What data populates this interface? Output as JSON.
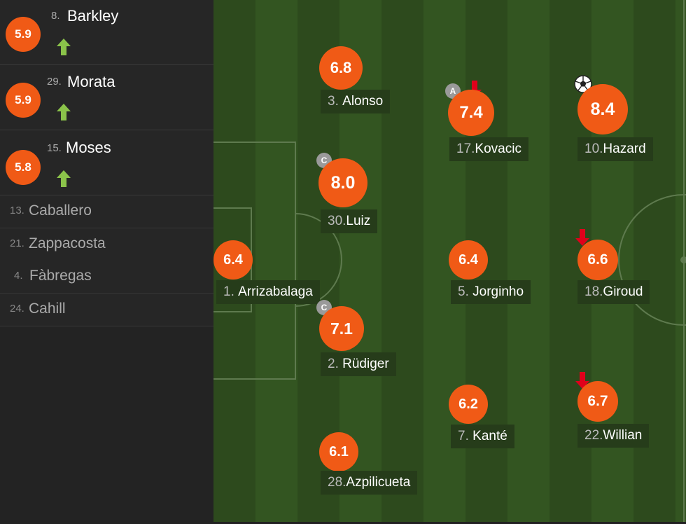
{
  "substitutes_in": [
    {
      "rating": "5.9",
      "number": "8.",
      "name": "Barkley"
    },
    {
      "rating": "5.9",
      "number": "29.",
      "name": "Morata"
    },
    {
      "rating": "5.8",
      "number": "15.",
      "name": "Moses"
    }
  ],
  "bench": [
    {
      "number": "13.",
      "name": "Caballero"
    },
    {
      "number": "21.",
      "name": "Zappacosta"
    },
    {
      "number": "4.",
      "name": "Fàbregas"
    },
    {
      "number": "24.",
      "name": "Cahill"
    }
  ],
  "players": [
    {
      "rating": "6.4",
      "number": "1.",
      "name": "Arrizabalaga"
    },
    {
      "rating": "6.8",
      "number": "3.",
      "name": "Alonso"
    },
    {
      "rating": "8.0",
      "number": "30.",
      "name": "Luiz",
      "badge": "C"
    },
    {
      "rating": "7.1",
      "number": "2.",
      "name": "Rüdiger",
      "badge": "C"
    },
    {
      "rating": "6.1",
      "number": "28.",
      "name": "Azpilicueta"
    },
    {
      "rating": "7.4",
      "number": "17.",
      "name": "Kovacic",
      "badge": "A"
    },
    {
      "rating": "6.4",
      "number": "5.",
      "name": "Jorginho"
    },
    {
      "rating": "6.2",
      "number": "7.",
      "name": "Kanté"
    },
    {
      "rating": "8.4",
      "number": "10.",
      "name": "Hazard"
    },
    {
      "rating": "6.6",
      "number": "18.",
      "name": "Giroud"
    },
    {
      "rating": "6.7",
      "number": "22.",
      "name": "Willian"
    }
  ],
  "icons": {
    "sub_in": "arrow-up-icon",
    "sub_out": "arrow-down-icon",
    "goal": "football-icon"
  },
  "colors": {
    "rating": "#f05a16",
    "sub_in_arrow": "#8bc34a",
    "sub_out_arrow": "#e0001b"
  }
}
